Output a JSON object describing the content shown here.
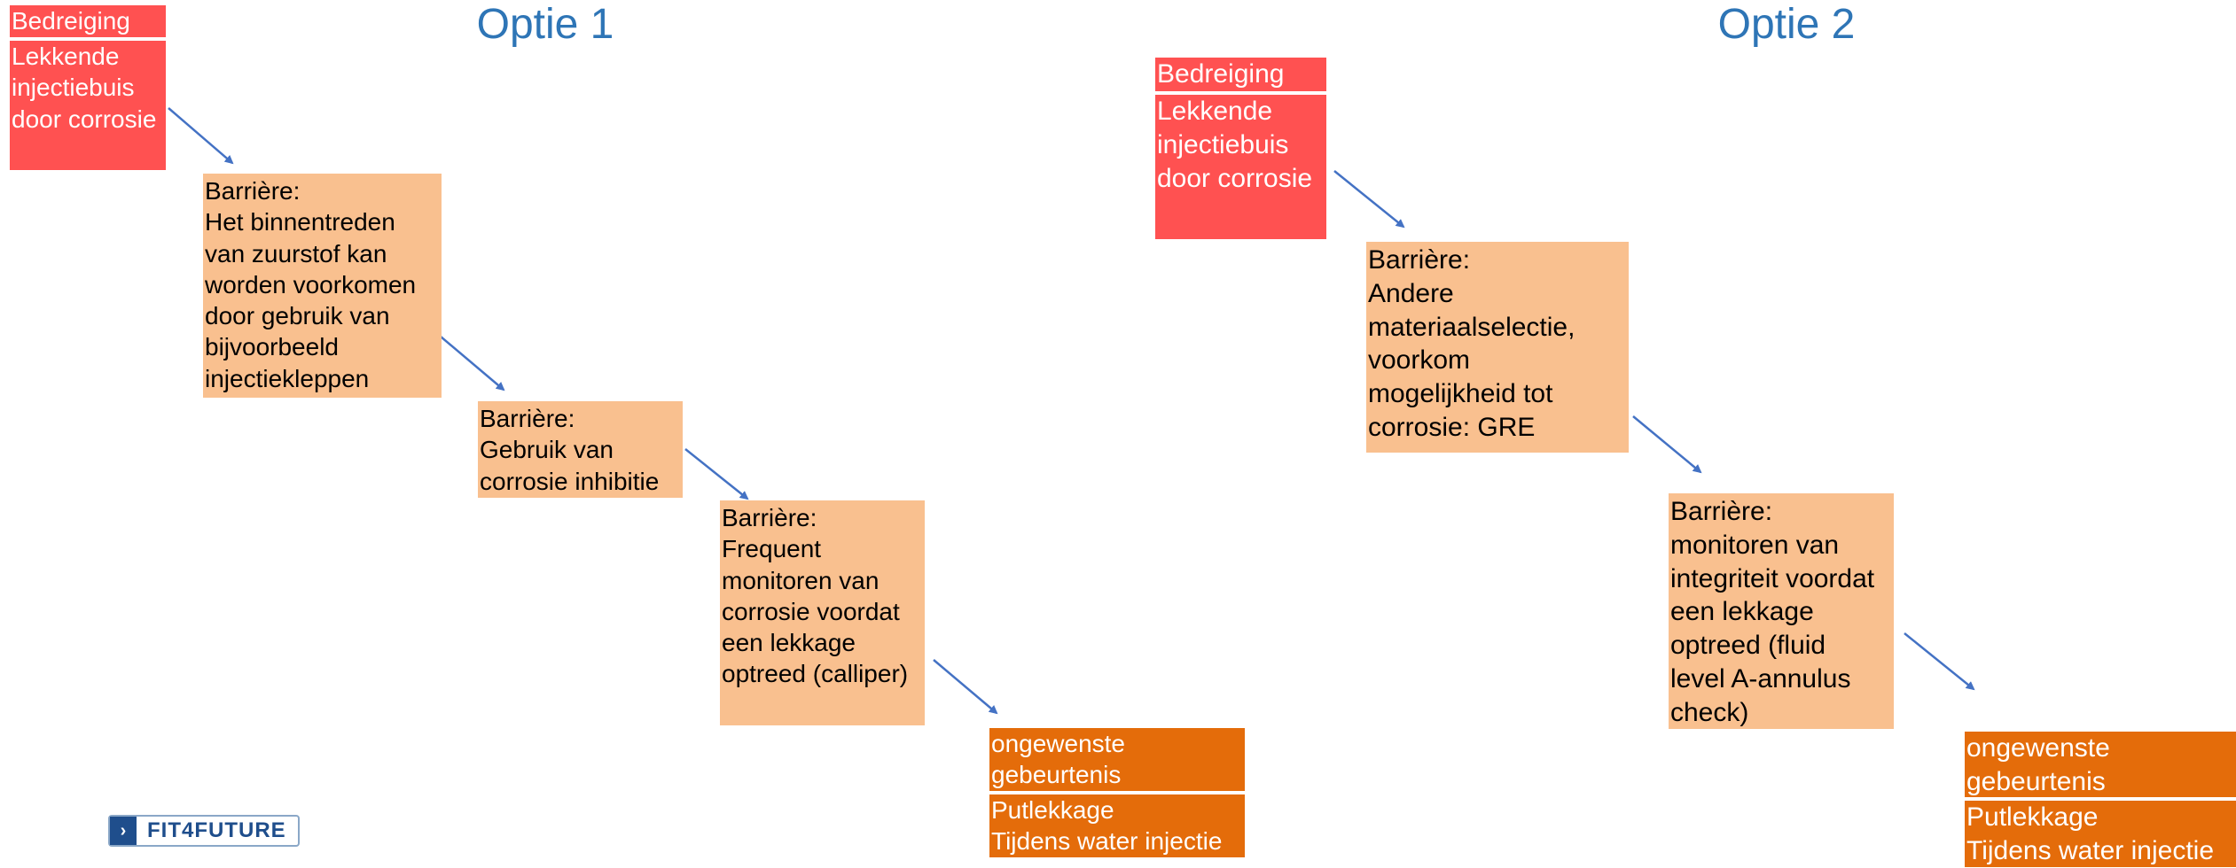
{
  "option1": {
    "title": "Optie 1",
    "threat": {
      "label": "Bedreiging",
      "text": "Lekkende\ninjectiebuis\ndoor corrosie"
    },
    "barriers": [
      {
        "text": "Barrière:\nHet binnentreden\nvan zuurstof kan\nworden voorkomen\ndoor gebruik van\nbijvoorbeeld\ninjectiekleppen"
      },
      {
        "text": "Barrière:\nGebruik van\ncorrosie inhibitie"
      },
      {
        "text": "Barrière:\nFrequent\nmonitoren van\ncorrosie voordat\neen lekkage\noptreed (calliper)"
      }
    ],
    "event": {
      "label": "ongewenste\ngebeurtenis",
      "text": "Putlekkage\nTijdens water injectie"
    }
  },
  "option2": {
    "title": "Optie 2",
    "threat": {
      "label": "Bedreiging",
      "text": "Lekkende\ninjectiebuis\ndoor corrosie"
    },
    "barriers": [
      {
        "text": "Barrière:\nAndere\nmateriaalselectie,\nvoorkom\nmogelijkheid tot\ncorrosie: GRE"
      },
      {
        "text": "Barrière:\nmonitoren van\nintegriteit voordat\neen lekkage\noptreed (fluid\nlevel A-annulus\ncheck)"
      }
    ],
    "event": {
      "label": "ongewenste\ngebeurtenis",
      "text": "Putlekkage\nTijdens water injectie"
    }
  },
  "logo": {
    "mark": "›",
    "text": "FIT4FUTURE"
  },
  "colors": {
    "threat": "#ff5151",
    "barrier": "#f9c08f",
    "event": "#e46c0a",
    "title": "#2e75b6",
    "arrow": "#4472c4"
  }
}
